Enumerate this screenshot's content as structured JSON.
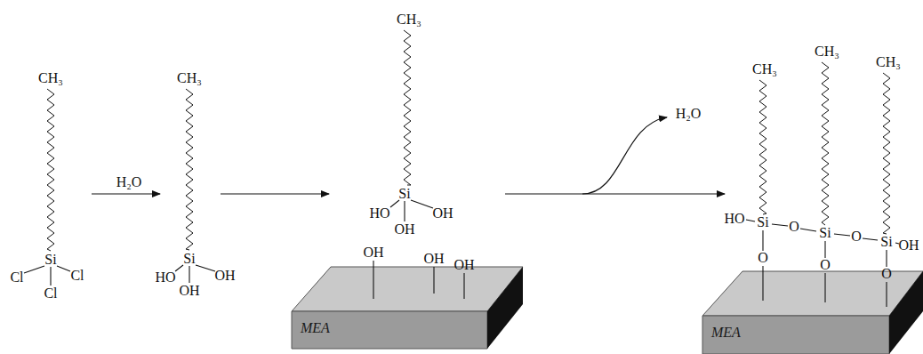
{
  "diagram": {
    "nodes": [
      {
        "text": [
          "MEA"
        ]
      },
      {
        "text": [
          "MEA"
        ]
      }
    ],
    "labels": [
      "CH₃",
      "Si",
      "Cl",
      "Cl",
      "Cl",
      "H₂O",
      "CH₃",
      "Si",
      "HO",
      "OH",
      "OH",
      "CH₃",
      "Si",
      "HO",
      "OH",
      "OH",
      "OH",
      "OH",
      "OH",
      "H₂O",
      "CH₃",
      "CH₃",
      "CH₃",
      "HO",
      "Si",
      "O",
      "Si",
      "O",
      "Si",
      "OH",
      "O",
      "O",
      "O"
    ]
  }
}
